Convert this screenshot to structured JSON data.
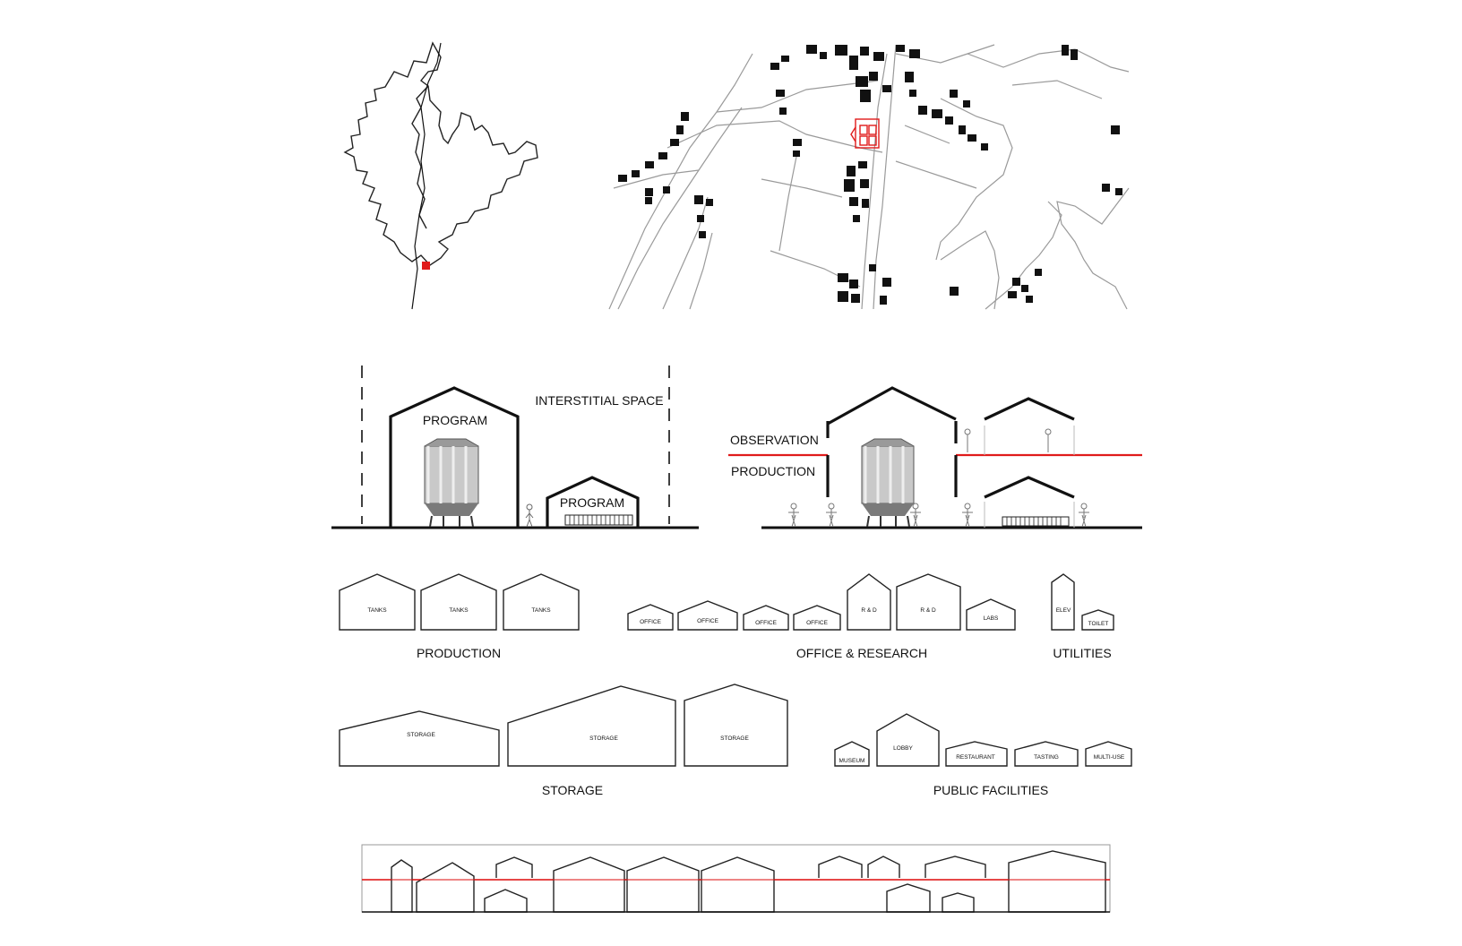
{
  "colors": {
    "ink": "#111111",
    "road": "#9a9a9a",
    "accent": "#e01b1b",
    "tank_light": "#d9d9d9",
    "tank_dark": "#6e6e6e"
  },
  "section_left": {
    "program_large": "PROGRAM",
    "program_small": "PROGRAM",
    "interstitial": "INTERSTITIAL SPACE"
  },
  "section_right": {
    "observation": "OBSERVATION",
    "production": "PRODUCTION"
  },
  "groups": {
    "production": {
      "title": "PRODUCTION",
      "items": [
        "TANKS",
        "TANKS",
        "TANKS"
      ]
    },
    "office_research": {
      "title": "OFFICE & RESEARCH",
      "items": [
        "OFFICE",
        "OFFICE",
        "OFFICE",
        "OFFICE",
        "R & D",
        "R & D",
        "LABS"
      ]
    },
    "utilities": {
      "title": "UTILITIES",
      "items": [
        "ELEV",
        "TOILET"
      ]
    },
    "storage": {
      "title": "STORAGE",
      "items": [
        "STORAGE",
        "STORAGE",
        "STORAGE"
      ]
    },
    "public": {
      "title": "PUBLIC FACILITIES",
      "items": [
        "MUSEUM",
        "LOBBY",
        "RESTAURANT",
        "TASTING",
        "MULTI-USE"
      ]
    }
  }
}
